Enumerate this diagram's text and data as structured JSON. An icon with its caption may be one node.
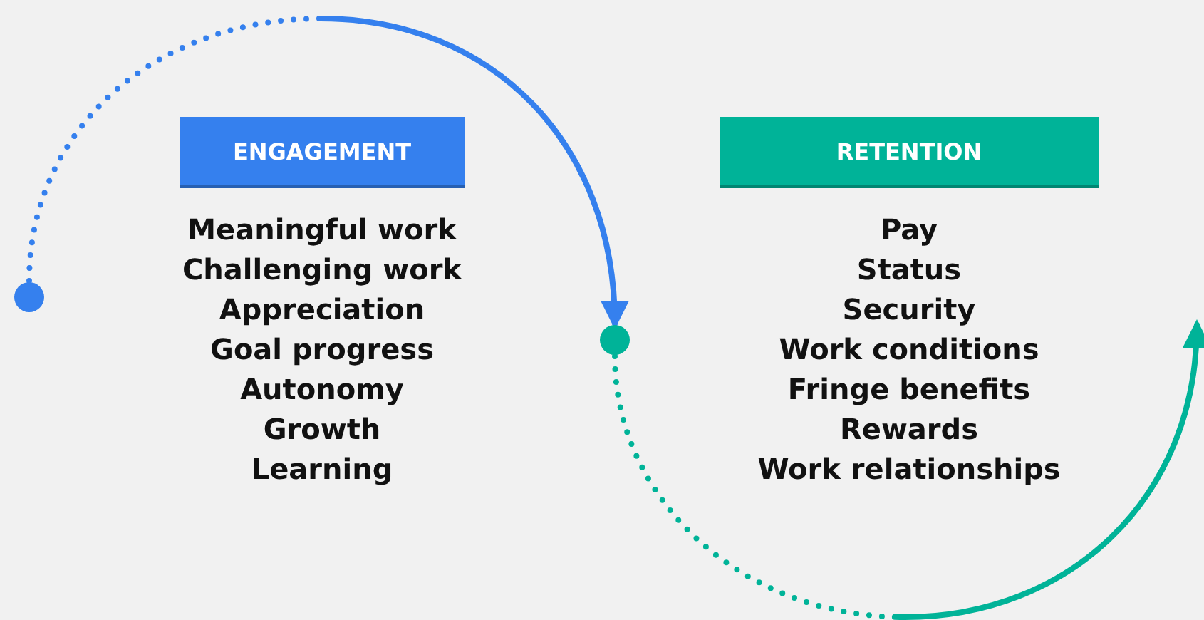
{
  "diagram": {
    "nodes": [
      {
        "text": [],
        "shape": "circle"
      },
      {
        "text": [
          "ENGAGEMENT"
        ],
        "beside": [
          "Meaningful work",
          "Challenging work",
          "Appreciation",
          "Goal progress",
          "Autonomy",
          "Growth",
          "Learning"
        ]
      },
      {
        "text": [],
        "shape": "circle"
      },
      {
        "text": [
          "RETENTION"
        ],
        "beside": [
          "Pay",
          "Status",
          "Security",
          "Work conditions",
          "Fringe benefits",
          "Rewards",
          "Work relationships"
        ]
      }
    ],
    "edges": [
      {
        "from": 0,
        "to": 2,
        "arrow": "to",
        "color": "#3580ee"
      },
      {
        "from": 2,
        "to": null,
        "arrow": "to",
        "color": "#00b398"
      }
    ]
  }
}
